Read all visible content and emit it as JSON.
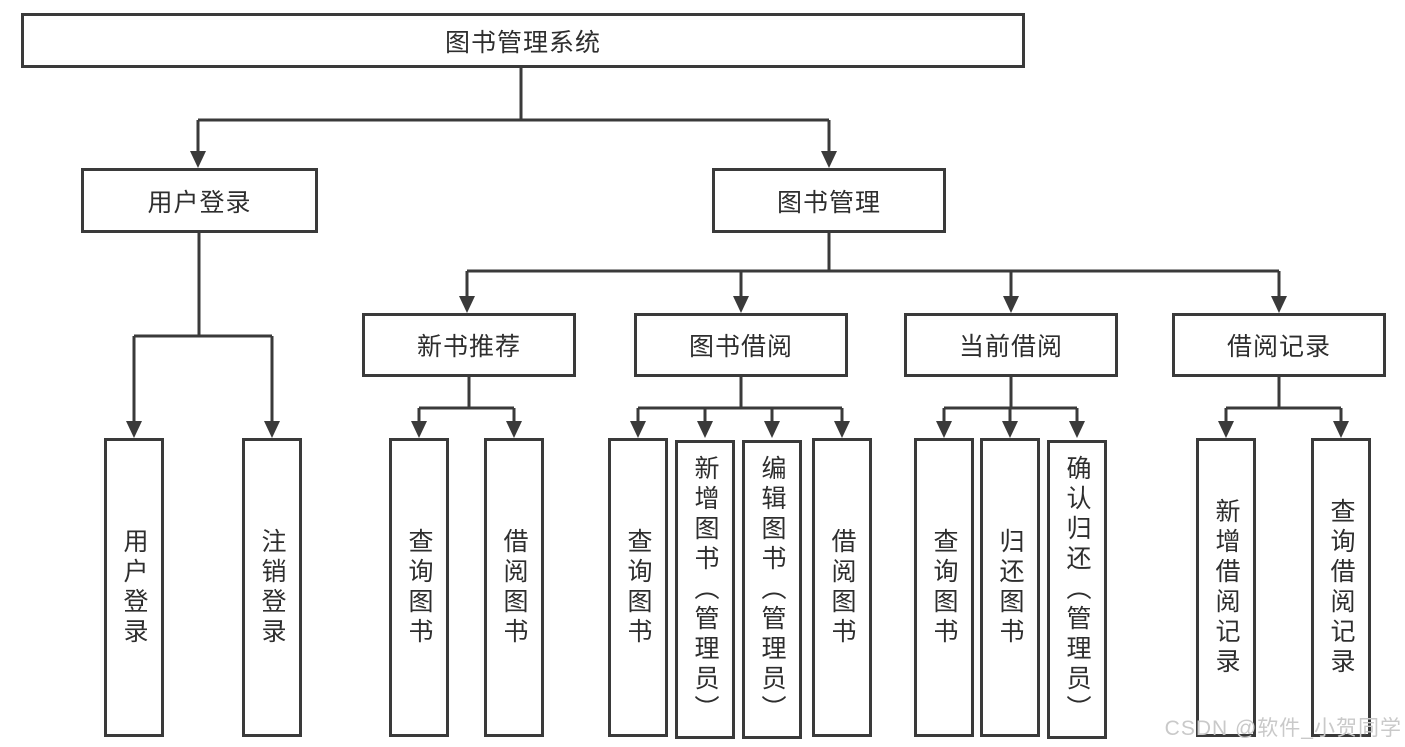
{
  "tree": {
    "root": {
      "label": "图书管理系统"
    },
    "children": [
      {
        "label": "用户登录",
        "children": [
          {
            "label": "用户登录"
          },
          {
            "label": "注销登录"
          }
        ]
      },
      {
        "label": "图书管理",
        "children": [
          {
            "label": "新书推荐",
            "children": [
              {
                "label": "查询图书"
              },
              {
                "label": "借阅图书"
              }
            ]
          },
          {
            "label": "图书借阅",
            "children": [
              {
                "label": "查询图书"
              },
              {
                "label": "新增图书（管理员）"
              },
              {
                "label": "编辑图书（管理员）"
              },
              {
                "label": "借阅图书"
              }
            ]
          },
          {
            "label": "当前借阅",
            "children": [
              {
                "label": "查询图书"
              },
              {
                "label": "归还图书"
              },
              {
                "label": "确认归还（管理员）"
              }
            ]
          },
          {
            "label": "借阅记录",
            "children": [
              {
                "label": "新增借阅记录"
              },
              {
                "label": "查询借阅记录"
              }
            ]
          }
        ]
      }
    ]
  },
  "watermark": {
    "text": "CSDN @软件_小贺同学"
  },
  "colors": {
    "line": "#3a3a3a",
    "text": "#2e2e2e",
    "watermark": "#c9c9c9",
    "canvas_background": "#ffffff"
  }
}
